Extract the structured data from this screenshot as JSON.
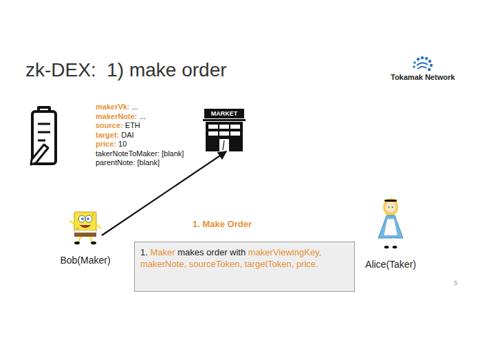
{
  "diagram": {
    "title": "zk-DEX:  1) make order",
    "nodes": [
      {
        "text": [
          "Bob(Maker)"
        ]
      },
      {
        "text": [
          "MARKET"
        ]
      },
      {
        "text": [
          "1. Maker makes order with makerViewingKey, makerNote, sourceToken, targetToken, price."
        ]
      },
      {
        "text": [
          "Alice(Taker)"
        ]
      }
    ],
    "edges": [
      {
        "from": 0,
        "to": 1,
        "arrow": "to"
      }
    ],
    "labels": [
      "makerVk: ...",
      "makerNote: ...",
      "source: ETH",
      "target: DAI",
      "price: 10",
      "takerNoteToMaker: [blank]",
      "parentNote: [blank]",
      "Tokamak Network",
      "1. Make Order",
      "5"
    ]
  }
}
